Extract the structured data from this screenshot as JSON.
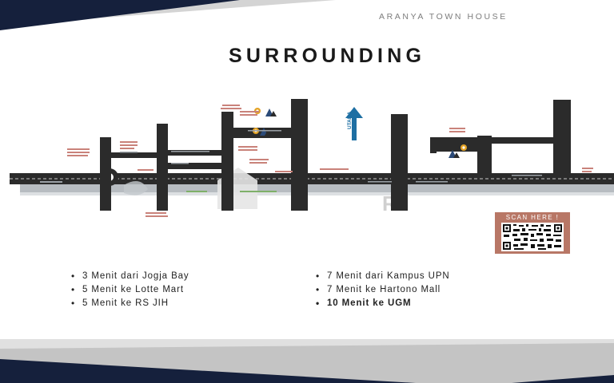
{
  "header": {
    "brand": "ARANYA TOWN HOUSE",
    "title": "SURROUNDING"
  },
  "map": {
    "north_label": "UTARA",
    "road_color": "#2b2b2b",
    "accent_color": "#e4a325",
    "ring_road_color": "#b7bcc1"
  },
  "qr": {
    "label": "SCAN HERE !"
  },
  "highlights": {
    "left": [
      "3 Menit dari Jogja Bay",
      "5 Menit ke Lotte Mart",
      "5 Menit ke RS JIH"
    ],
    "right": [
      "7 Menit dari Kampus UPN",
      "7 Menit ke Hartono Mall",
      "10 Menit ke UGM"
    ]
  },
  "colors": {
    "navy": "#15203c",
    "light_gray": "#d9d9d9",
    "mid_gray": "#bdbdbd"
  }
}
